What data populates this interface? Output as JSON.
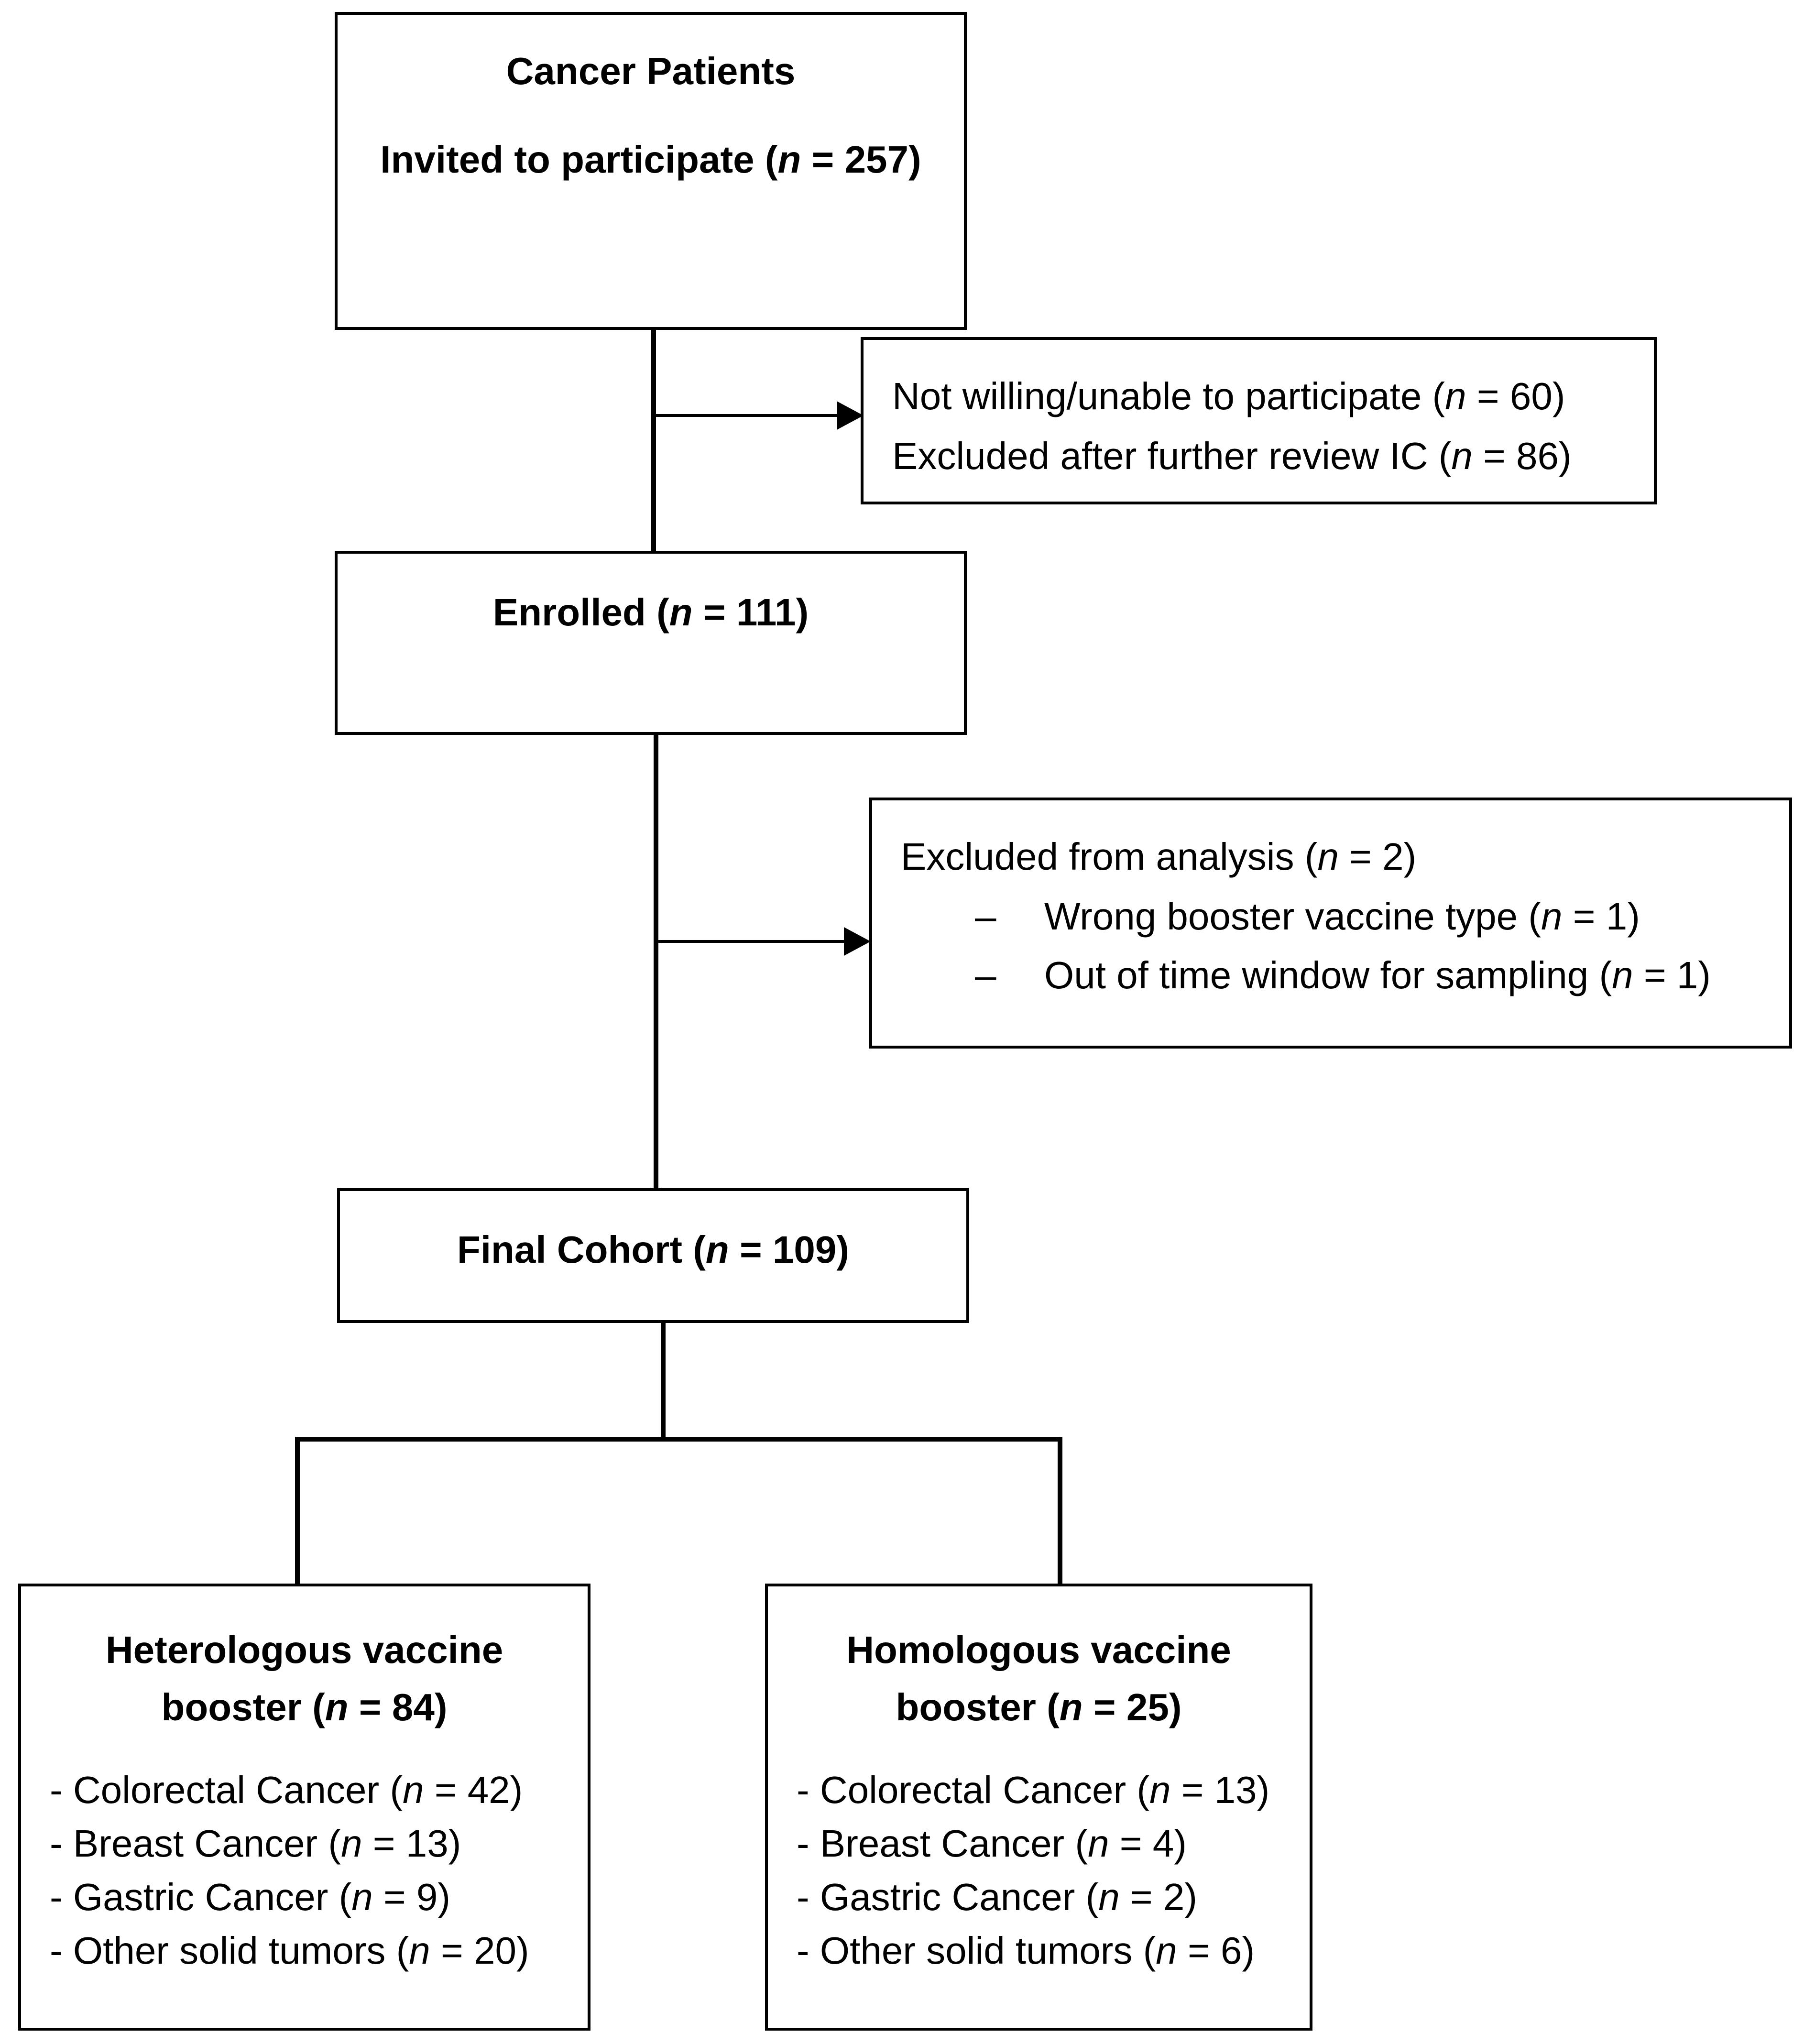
{
  "boxes": {
    "invited": {
      "line1": "Cancer Patients",
      "line2_pre": "Invited to participate (",
      "n_symbol": "n",
      "line2_post": " = 257)"
    },
    "not_willing": {
      "line1_pre": "Not willing/unable to participate (",
      "n_symbol": "n",
      "line1_post": " = 60)",
      "line2_pre": "Excluded after further review IC (",
      "line2_post": " = 86)"
    },
    "enrolled": {
      "label_pre": "Enrolled (",
      "n_symbol": "n",
      "label_post": " = 111)"
    },
    "excluded_analysis": {
      "line1_pre": "Excluded from analysis (",
      "n_symbol": "n",
      "line1_post": " = 2)",
      "dash": "–",
      "item1_pre": "Wrong booster vaccine type (",
      "item1_post": " = 1)",
      "item2_pre": "Out of time window for sampling (",
      "item2_post": " = 1)"
    },
    "final": {
      "label_pre": "Final Cohort (",
      "n_symbol": "n",
      "label_post": " = 109)"
    },
    "heterologous": {
      "title1": "Heterologous vaccine",
      "title2_pre": "booster (",
      "n_symbol": "n",
      "title2_post": " = 84)",
      "items": [
        {
          "pre": "- Colorectal Cancer (",
          "post": " = 42)"
        },
        {
          "pre": "- Breast Cancer (",
          "post": " = 13)"
        },
        {
          "pre": "- Gastric Cancer (",
          "post": " = 9)"
        },
        {
          "pre": "- Other solid tumors (",
          "post": " = 20)"
        }
      ]
    },
    "homologous": {
      "title1": "Homologous vaccine",
      "title2_pre": "booster (",
      "n_symbol": "n",
      "title2_post": " = 25)",
      "items": [
        {
          "pre": "- Colorectal Cancer (",
          "post": " = 13)"
        },
        {
          "pre": "- Breast Cancer (",
          "post": " = 4)"
        },
        {
          "pre": "- Gastric Cancer (",
          "post": " = 2)"
        },
        {
          "pre": "- Other solid tumors (",
          "post": " = 6)"
        }
      ]
    }
  }
}
